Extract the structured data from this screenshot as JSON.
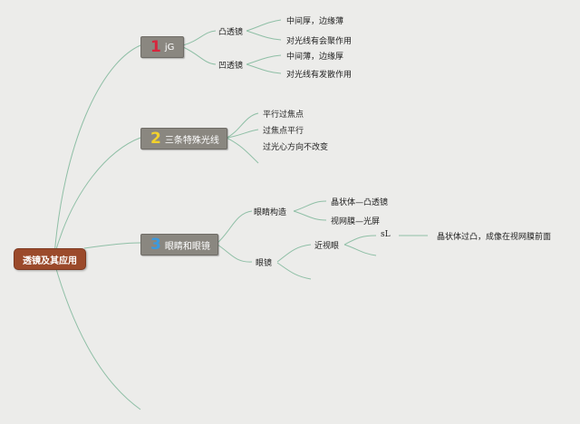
{
  "root": "透镜及其应用",
  "branches": [
    {
      "num": "1",
      "num_color": "#d7263d",
      "label": "jG",
      "children": [
        {
          "label": "凸透镜",
          "children": [
            "中间厚，边缘薄",
            "对光线有会聚作用"
          ]
        },
        {
          "label": "凹透镜",
          "children": [
            "中间薄，边缘厚",
            "对光线有发散作用"
          ]
        }
      ]
    },
    {
      "num": "2",
      "num_color": "#f2d12c",
      "label": "三条特殊光线",
      "children": [
        "平行过焦点",
        "过焦点平行",
        "过光心方向不改变"
      ]
    },
    {
      "num": "3",
      "num_color": "#3a9ae0",
      "label": "眼睛和眼镜",
      "children": [
        {
          "label": "眼睛构造",
          "children": [
            "晶状体—凸透镜",
            "视网膜—光屏"
          ]
        },
        {
          "label": "眼镜",
          "children": [
            {
              "label": "近视眼",
              "children": [
                {
                  "label": "sL",
                  "children": [
                    "晶状体过凸，成像在视网膜前面"
                  ]
                }
              ]
            }
          ]
        }
      ]
    }
  ],
  "colors": {
    "line": "#8fbfa6",
    "node_bg": "#8a8780",
    "root_bg": "#9b4a2b"
  }
}
